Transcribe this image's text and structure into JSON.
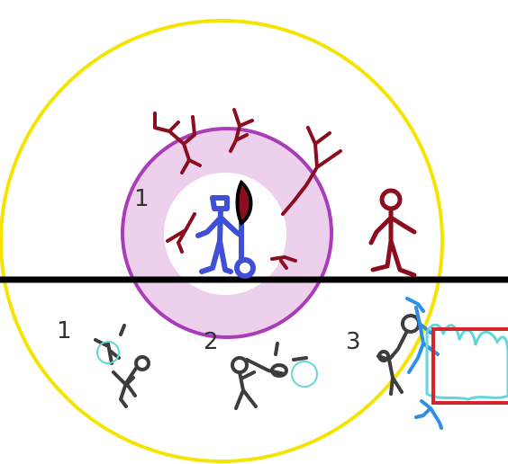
{
  "colors": {
    "outer_ring": "#f4e400",
    "inner_ring_stroke": "#a93cb8",
    "inner_ring_fill": "#ecd0ec",
    "core_fill": "#ffffff",
    "horizon": "#000000",
    "figure_blue": "#3f4fd6",
    "figure_dark_red": "#8b0d20",
    "figure_gray": "#3d3d3d",
    "accent_cyan": "#63d6dc",
    "accent_blue": "#2f8fe8",
    "box_red": "#d7262b"
  },
  "labels": {
    "ring_label": "1",
    "step_1": "1",
    "step_2": "2",
    "step_3": "3"
  }
}
